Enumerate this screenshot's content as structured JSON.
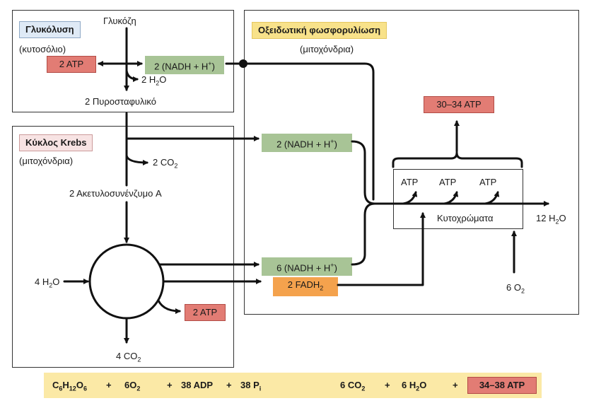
{
  "glycolysis": {
    "title": "Γλυκόλυση",
    "location": "(κυτοσόλιο)",
    "input": "Γλυκόζη",
    "atp": "2 ATP",
    "nadh": "2 (NADH + H",
    "water": "2 H",
    "water_tail": "O",
    "pyruvate": "2 Πυροσταφυλικό"
  },
  "krebs": {
    "title": "Κύκλος Krebs",
    "location": "(μιτοχόνδρια)",
    "co2_top": "2 CO",
    "co2_top_sub": "2",
    "acetyl": "2 Ακετυλοσυνένζυμο A",
    "water_in": "4 H",
    "water_in_sub": "2",
    "water_in_tail": "O",
    "atp": "2 ATP",
    "co2_bottom": "4 CO",
    "co2_bottom_sub": "2",
    "nadh_mid": "2 (NADH + H",
    "nadh_low": "6 (NADH + H",
    "fadh": "2 FADH",
    "fadh_sub": "2"
  },
  "oxphos": {
    "title": "Οξειδωτική φωσφορυλίωση",
    "location": "(μιτοχόνδρια)",
    "atp_total": "30–34 ATP",
    "atp_labels": [
      "ATP",
      "ATP",
      "ATP"
    ],
    "cytochromes": "Κυτοχρώματα",
    "water_out": "12 H",
    "water_out_sub": "2",
    "water_out_tail": "O",
    "oxygen": "6 O",
    "oxygen_sub": "2"
  },
  "equation": {
    "glucose": "C",
    "glucose_sub1": "6",
    "glucose_h": "H",
    "glucose_sub2": "12",
    "glucose_o": "O",
    "glucose_sub3": "6",
    "plus1": "+",
    "oxygen": "6O",
    "oxygen_sub": "2",
    "plus2": "+",
    "adp": "38 ADP",
    "plus3": "+",
    "pi": "38 P",
    "pi_sub": "i",
    "co2": "6 CO",
    "co2_sub": "2",
    "plus4": "+",
    "water": "6 H",
    "water_sub": "2",
    "water_tail": "O",
    "plus5": "+",
    "atp": "34–38 ATP"
  },
  "colors": {
    "green": "#a8c496",
    "red": "#e27c74",
    "orange": "#f4a24d",
    "yellow": "#fbe9a6"
  }
}
